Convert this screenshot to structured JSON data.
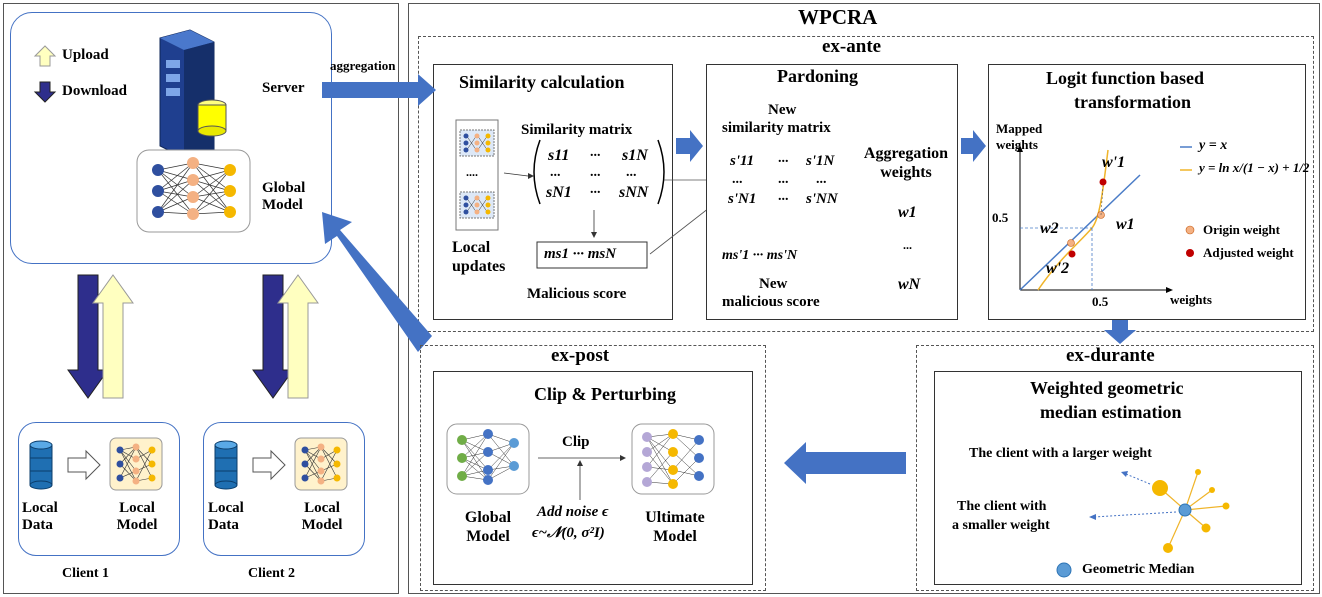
{
  "title": "WPCRA",
  "left": {
    "legend_upload": "Upload",
    "legend_download": "Download",
    "server_label": "Server",
    "global_model_label": "Global Model",
    "aggregation_label": "aggregation",
    "client1": {
      "data": "Local Data",
      "model": "Local Model",
      "name": "Client 1"
    },
    "client2": {
      "data": "Local Data",
      "model": "Local Model",
      "name": "Client 2"
    }
  },
  "ex_ante": {
    "section": "ex-ante",
    "similarity": {
      "title": "Similarity calculation",
      "matrix_label": "Similarity matrix",
      "local_updates": "Local updates",
      "dots": "....",
      "matrix": [
        "s11",
        "...",
        "s1N",
        "...",
        "...",
        "...",
        "sN1",
        "...",
        "sNN"
      ],
      "malicious_score": "Malicious score",
      "ms": "ms1  ···  msN"
    },
    "pardoning": {
      "title": "Pardoning",
      "matrix_label_1": "New",
      "matrix_label_2": "similarity matrix",
      "matrix": [
        "s'11",
        "...",
        "s'1N",
        "...",
        "...",
        "...",
        "s'N1",
        "...",
        "s'NN"
      ],
      "aggregation_weights": "Aggregation weights",
      "weights": [
        "w1",
        "...",
        "wN"
      ],
      "new_malicious_1": "New",
      "new_malicious_2": "malicious score",
      "ms": "ms'1  ···  ms'N"
    },
    "logit": {
      "title_1": "Logit function based",
      "title_2": "transformation",
      "ylabel_1": "Mapped",
      "ylabel_2": "weights",
      "xlabel": "weights",
      "tick_y": "0.5",
      "tick_x": "0.5",
      "legend_line1": "y = x",
      "legend_line2": "y = ln x/(1 − x) + 1/2",
      "legend_origin": "Origin weight",
      "legend_adjusted": "Adjusted weight",
      "w1": "w1",
      "w1p": "w'1",
      "w2": "w2",
      "w2p": "w'2",
      "colors": {
        "line_identity": "#4a7cc7",
        "line_logit": "#f0b429",
        "origin": "#f4b183",
        "adjusted": "#c00000"
      }
    }
  },
  "ex_durante": {
    "section": "ex-durante",
    "title_1": "Weighted geometric",
    "title_2": "median estimation",
    "larger": "The client with a larger weight",
    "smaller_1": "The client with",
    "smaller_2": "a smaller weight",
    "legend": "Geometric Median"
  },
  "ex_post": {
    "section": "ex-post",
    "title": "Clip & Perturbing",
    "clip": "Clip",
    "global_model": "Global Model",
    "ultimate_model": "Ultimate Model",
    "noise_1": "Add noise ϵ",
    "noise_2": "ϵ~𝒩(0, σ²I)"
  },
  "colors": {
    "arrow_blue": "#4472c4",
    "download_purple": "#2e2e8c",
    "upload_yellow": "#ffffc0"
  }
}
